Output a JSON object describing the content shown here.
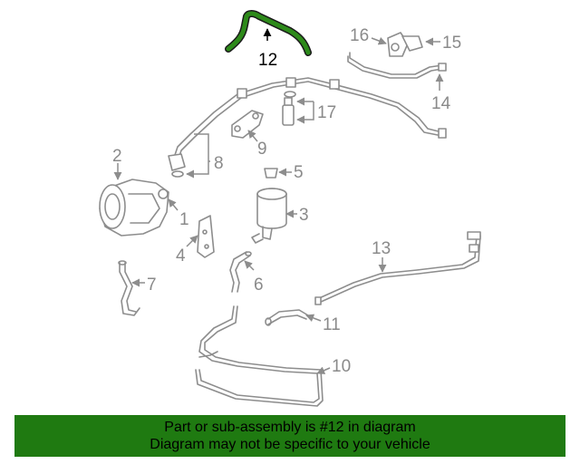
{
  "diagram": {
    "highlight_color": "#2d8a1a",
    "callouts": {
      "p1": "1",
      "p2": "2",
      "p3": "3",
      "p4": "4",
      "p5": "5",
      "p6": "6",
      "p7": "7",
      "p8": "8",
      "p9": "9",
      "p10": "10",
      "p11": "11",
      "p12": "12",
      "p13": "13",
      "p14": "14",
      "p15": "15",
      "p16": "16",
      "p17": "17"
    }
  },
  "banner": {
    "line1": "Part or sub-assembly is #12 in diagram",
    "line2": "Diagram may not be specific to your vehicle",
    "background": "#1f7a11"
  }
}
